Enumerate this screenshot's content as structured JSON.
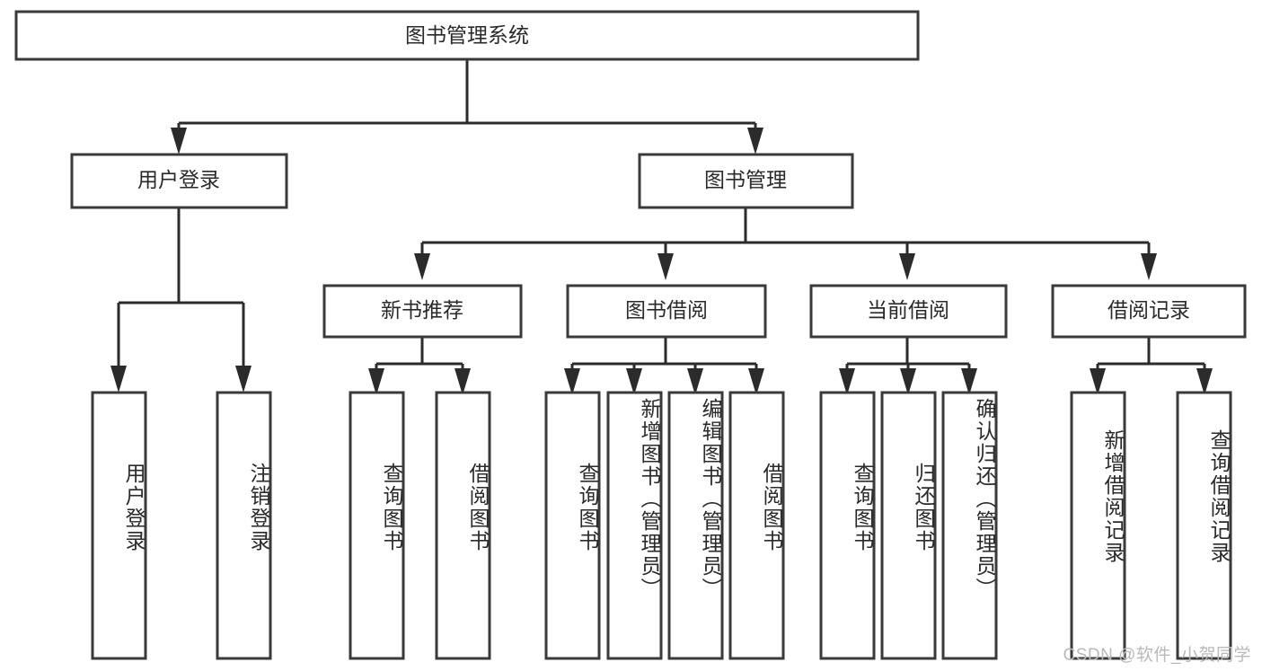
{
  "diagram": {
    "title": "图书管理系统",
    "type": "hierarchy-tree",
    "watermark": "CSDN @软件_小贺同学",
    "colors": {
      "box_stroke": "#3a3a3a",
      "connector": "#2b2b2b",
      "box_fill": "#ffffff",
      "text": "#2a2a2a",
      "watermark": "#b9b9b9",
      "background": "#ffffff"
    },
    "root": {
      "label": "图书管理系统",
      "orientation": "horizontal"
    },
    "level2": [
      {
        "label": "用户登录",
        "orientation": "horizontal"
      },
      {
        "label": "图书管理",
        "orientation": "horizontal"
      }
    ],
    "level3": [
      {
        "label": "新书推荐",
        "orientation": "horizontal",
        "parent": "图书管理"
      },
      {
        "label": "图书借阅",
        "orientation": "horizontal",
        "parent": "图书管理"
      },
      {
        "label": "当前借阅",
        "orientation": "horizontal",
        "parent": "图书管理"
      },
      {
        "label": "借阅记录",
        "orientation": "horizontal",
        "parent": "图书管理"
      }
    ],
    "leaves": {
      "用户登录": [
        {
          "label": "用户登录",
          "orientation": "vertical"
        },
        {
          "label": "注销登录",
          "orientation": "vertical"
        }
      ],
      "新书推荐": [
        {
          "label": "查询图书",
          "orientation": "vertical"
        },
        {
          "label": "借阅图书",
          "orientation": "vertical"
        }
      ],
      "图书借阅": [
        {
          "label": "查询图书",
          "orientation": "vertical"
        },
        {
          "label": "新增图书（管理员）",
          "orientation": "vertical"
        },
        {
          "label": "编辑图书（管理员）",
          "orientation": "vertical"
        },
        {
          "label": "借阅图书",
          "orientation": "vertical"
        }
      ],
      "当前借阅": [
        {
          "label": "查询图书",
          "orientation": "vertical"
        },
        {
          "label": "归还图书",
          "orientation": "vertical"
        },
        {
          "label": "确认归还（管理员）",
          "orientation": "vertical"
        }
      ],
      "借阅记录": [
        {
          "label": "新增借阅记录",
          "orientation": "vertical"
        },
        {
          "label": "查询借阅记录",
          "orientation": "vertical"
        }
      ]
    }
  }
}
